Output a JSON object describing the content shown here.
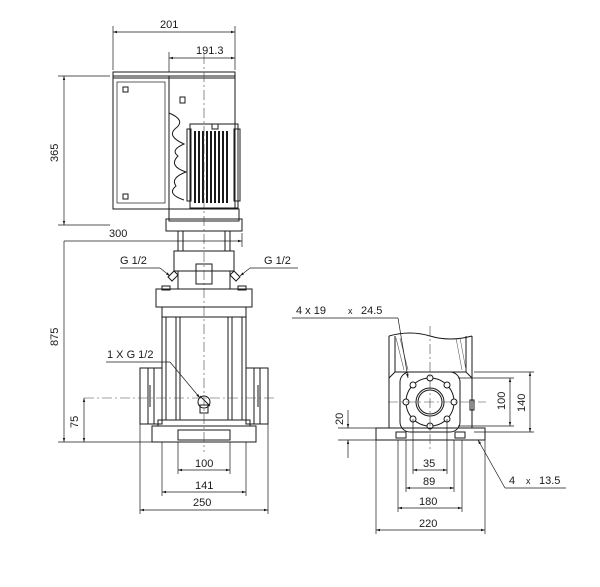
{
  "drawing": {
    "side_view": {
      "width_top": "201",
      "width_motor": "191.3",
      "height_motor": "365",
      "width_overall": "300",
      "port_left": "G 1/2",
      "port_right": "G 1/2",
      "height_total": "875",
      "drain": "1 X G 1/2",
      "port_height": "75",
      "base_inner": "100",
      "base_mid": "141",
      "base_outer": "250"
    },
    "flange_view": {
      "bolts_label": "4 x 19",
      "bolts_x": "x",
      "bolts_dim": "24.5",
      "height_inner": "100",
      "height_outer": "140",
      "base_height": "20",
      "foot_holes_label": "4",
      "foot_holes_x": "x",
      "foot_holes_dim": "13.5",
      "dim_35": "35",
      "dim_89": "89",
      "dim_180": "180",
      "dim_220": "220"
    }
  }
}
